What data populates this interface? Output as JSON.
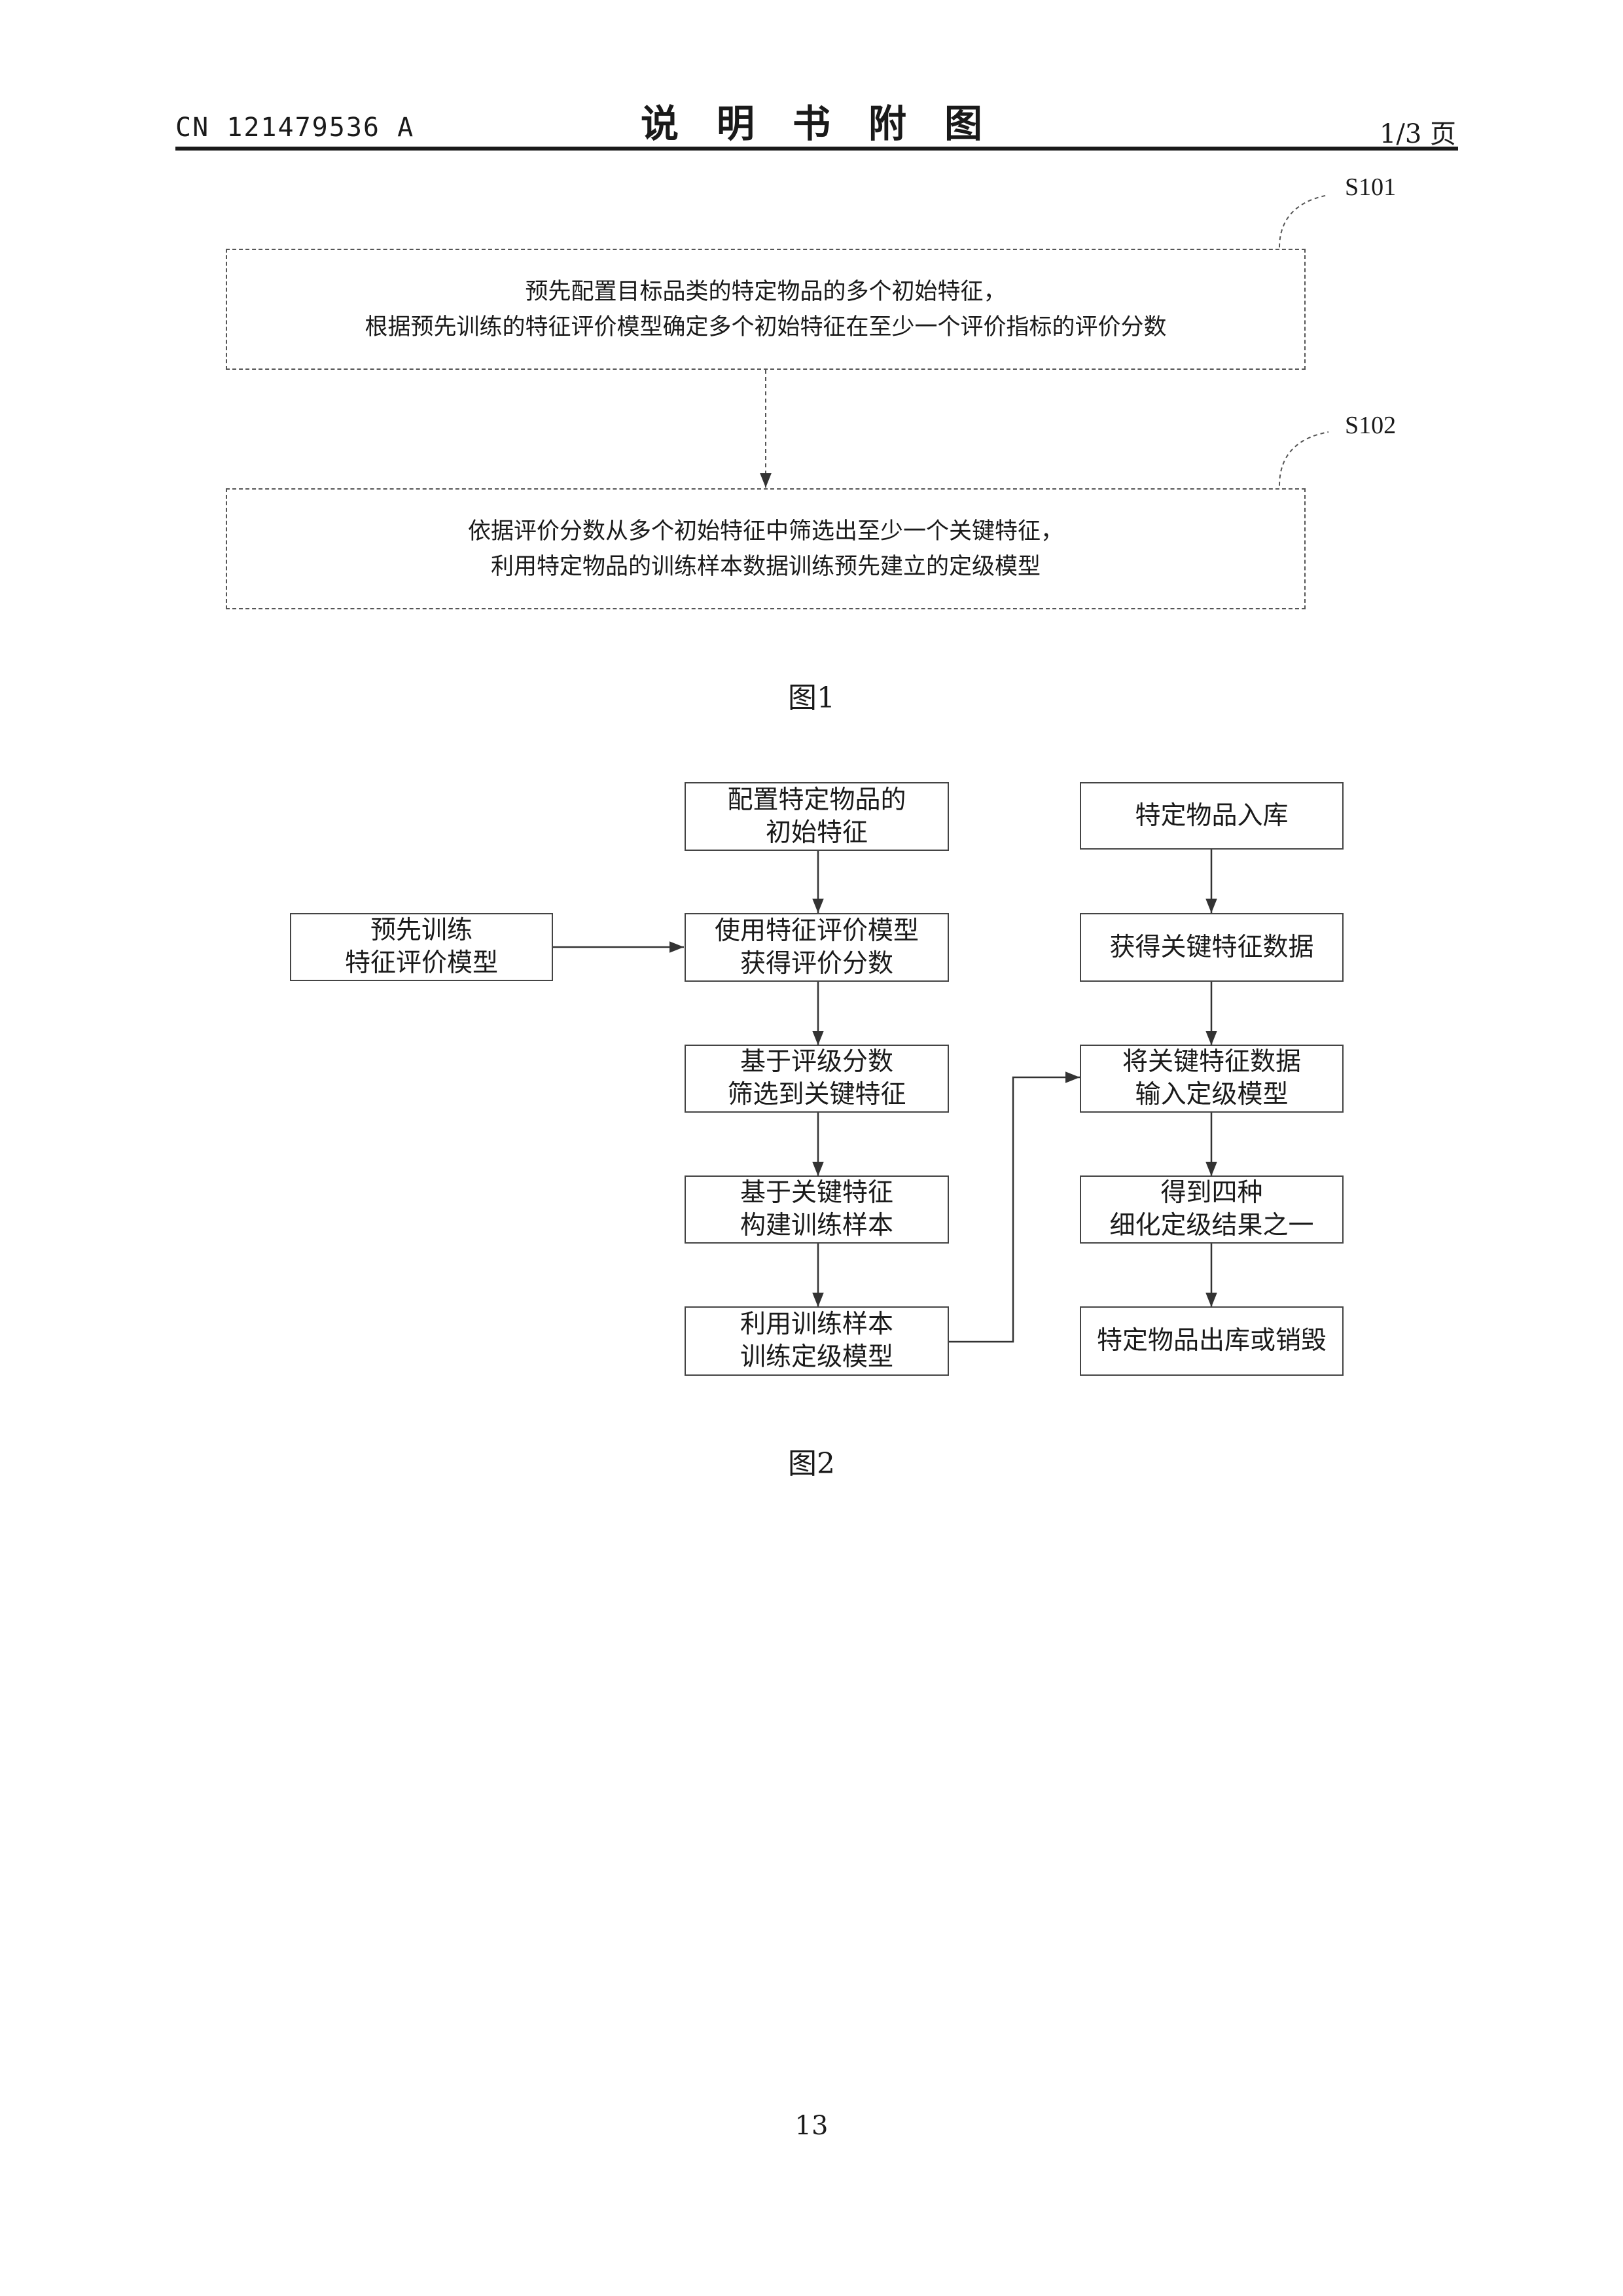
{
  "header": {
    "publication_number": "CN 121479536 A",
    "title": "说明书附图",
    "page_indicator": "1/3 页"
  },
  "figure1": {
    "steps": [
      {
        "label": "S101",
        "lines": [
          "预先配置目标品类的特定物品的多个初始特征，",
          "根据预先训练的特征评价模型确定多个初始特征在至少一个评价指标的评价分数"
        ]
      },
      {
        "label": "S102",
        "lines": [
          "依据评价分数从多个初始特征中筛选出至少一个关键特征，",
          "利用特定物品的训练样本数据训练预先建立的定级模型"
        ]
      }
    ],
    "caption": "图1"
  },
  "figure2": {
    "boxes": {
      "pretrain": [
        "预先训练",
        "特征评价模型"
      ],
      "configure": [
        "配置特定物品的",
        "初始特征"
      ],
      "score": [
        "使用特征评价模型",
        "获得评价分数"
      ],
      "filter": [
        "基于评级分数",
        "筛选到关键特征"
      ],
      "build": [
        "基于关键特征",
        "构建训练样本"
      ],
      "train": [
        "利用训练样本",
        "训练定级模型"
      ],
      "inbound": [
        "特定物品入库"
      ],
      "acquire": [
        "获得关键特征数据"
      ],
      "input": [
        "将关键特征数据",
        "输入定级模型"
      ],
      "result": [
        "得到四种",
        "细化定级结果之一"
      ],
      "outbound": [
        "特定物品出库或销毁"
      ]
    },
    "caption": "图2"
  },
  "footer": {
    "page_number": "13"
  }
}
